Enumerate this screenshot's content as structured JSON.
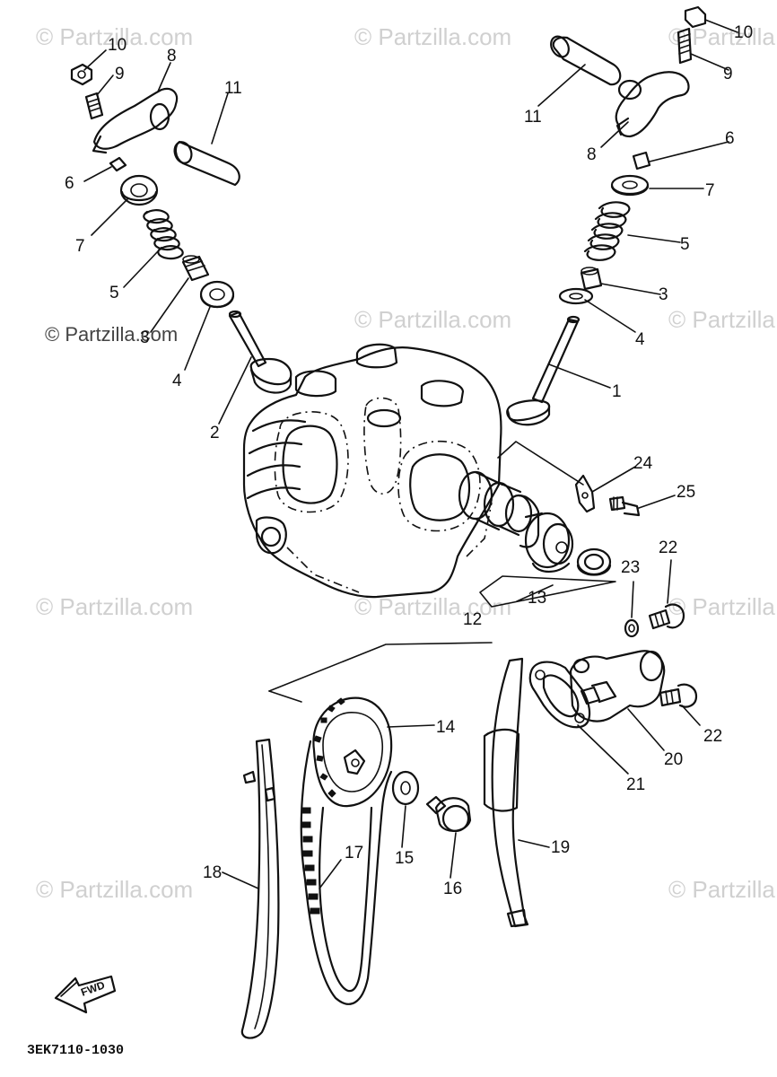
{
  "watermark": {
    "text": "© Partzilla.com",
    "visible_text": "© Partzilla.com"
  },
  "diagram_code": "3EK7110-1030",
  "direction_label": "FWD",
  "callouts": [
    "1",
    "2",
    "3",
    "3",
    "4",
    "4",
    "5",
    "5",
    "6",
    "6",
    "7",
    "7",
    "8",
    "8",
    "9",
    "9",
    "10",
    "10",
    "11",
    "11",
    "12",
    "13",
    "14",
    "15",
    "16",
    "17",
    "18",
    "19",
    "20",
    "21",
    "22",
    "22",
    "23",
    "24",
    "25"
  ]
}
